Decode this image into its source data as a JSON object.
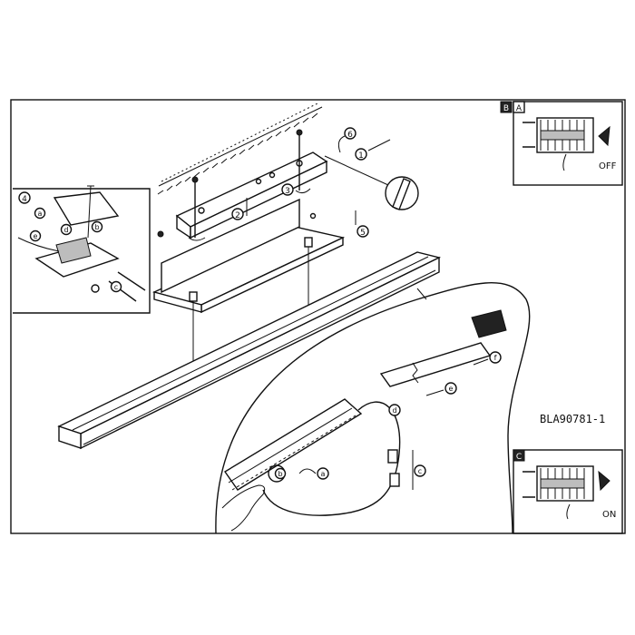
{
  "model_code": "BLA90781-1",
  "steps": {
    "s1": "1",
    "s2": "2",
    "s3": "3",
    "s4": "4",
    "s5": "5",
    "s6": "6"
  },
  "letters": {
    "a": "a",
    "b": "b",
    "c": "c",
    "d": "d",
    "e": "e",
    "f": "f"
  },
  "breaker_off": {
    "badge_left": "B",
    "badge_right": "A",
    "state": "OFF"
  },
  "breaker_on": {
    "badge": "C",
    "state": "ON"
  },
  "icons": [
    "circuit-breaker-off-icon",
    "circuit-breaker-on-icon",
    "screwdriver-icon",
    "wall-plug-icon",
    "hand-icon"
  ],
  "colors": {
    "ink": "#111111",
    "paper": "#ffffff",
    "hatch": "#555555"
  }
}
